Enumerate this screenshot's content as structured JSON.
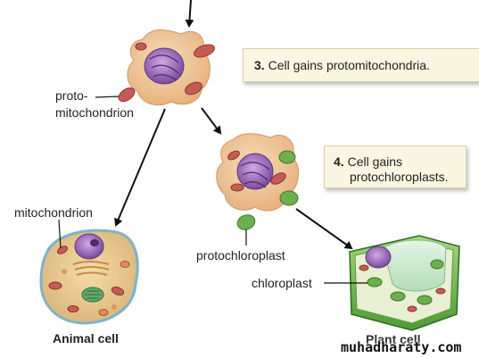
{
  "steps": [
    {
      "number": "3.",
      "text": "Cell gains protomitochondria."
    },
    {
      "number": "4.",
      "text_line1": "Cell gains",
      "text_line2": "protochloroplasts."
    }
  ],
  "labels": {
    "protomitochondrion_line1": "proto-",
    "protomitochondrion_line2": "mitochondrion",
    "mitochondrion": "mitochondrion",
    "protochloroplast": "protochloroplast",
    "chloroplast": "chloroplast"
  },
  "captions": {
    "animal_cell": "Animal cell",
    "plant_cell": "Plant cell"
  },
  "watermark": "muhadharaty.com",
  "colors": {
    "cell_cytoplasm": "#efc69a",
    "nucleus": "#9b6fb8",
    "mitochondrion": "#c65b55",
    "chloroplast": "#6fae4e",
    "plant_wall": "#6db54a",
    "text_box_bg": "#fbf6e2"
  }
}
